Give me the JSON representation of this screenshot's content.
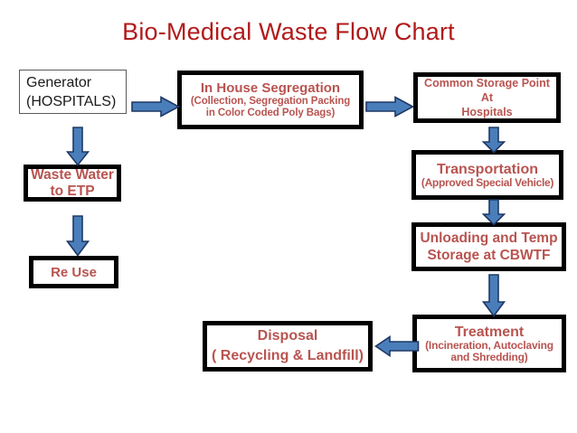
{
  "title": "Bio-Medical Waste Flow Chart",
  "colors": {
    "title_red": "#b11a1a",
    "node_text_red": "#b85450",
    "node_border_black": "#000000",
    "node_border_grey": "#595959",
    "arrow_fill": "#4a7ebb",
    "arrow_stroke": "#1f3864",
    "background": "#ffffff"
  },
  "nodes": {
    "generator": {
      "name": "generator",
      "line1": "Generator",
      "line2": "(HOSPITALS)"
    },
    "segregation": {
      "name": "in-house-segregation",
      "line1": "In House Segregation",
      "line2": "(Collection, Segregation Packing",
      "line3": "in Color Coded Poly Bags)"
    },
    "storage": {
      "name": "common-storage-point",
      "line1": "Common Storage Point",
      "line2": "At",
      "line3": "Hospitals"
    },
    "wastewater": {
      "name": "waste-water-to-etp",
      "line1": "Waste Water",
      "line2": "to ETP"
    },
    "reuse": {
      "name": "re-use",
      "line1": "Re Use"
    },
    "transportation": {
      "name": "transportation",
      "line1": "Transportation",
      "line2": "(Approved Special Vehicle)"
    },
    "unloading": {
      "name": "unloading-and-temp-storage",
      "line1": "Unloading and Temp",
      "line2": "Storage at  CBWTF"
    },
    "treatment": {
      "name": "treatment",
      "line1": "Treatment",
      "line2": "(Incineration, Autoclaving",
      "line3": "and Shredding)"
    },
    "disposal": {
      "name": "disposal",
      "line1": "Disposal",
      "line2": "( Recycling & Landfill)"
    }
  },
  "arrows": [
    {
      "id": "generator-to-segregation",
      "direction": "right"
    },
    {
      "id": "segregation-to-storage",
      "direction": "right"
    },
    {
      "id": "generator-to-wastewater",
      "direction": "down"
    },
    {
      "id": "wastewater-to-reuse",
      "direction": "down"
    },
    {
      "id": "storage-to-transportation",
      "direction": "down"
    },
    {
      "id": "transportation-to-unloading",
      "direction": "down"
    },
    {
      "id": "unloading-to-treatment",
      "direction": "down"
    },
    {
      "id": "treatment-to-disposal",
      "direction": "left"
    }
  ]
}
